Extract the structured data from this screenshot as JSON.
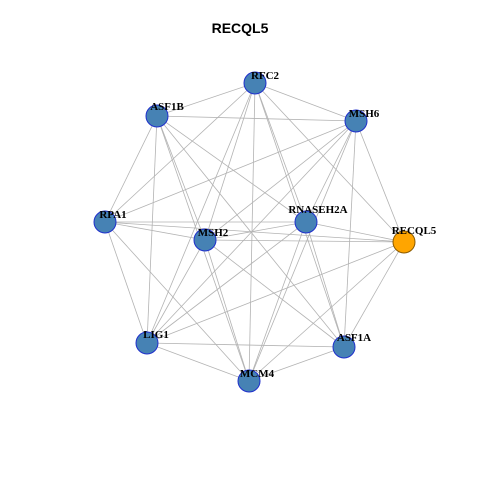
{
  "title": "RECQL5",
  "colors": {
    "node": "#4682b4",
    "hub": "#ffa500",
    "edge": "#b3b3b3",
    "border": "#1f2fcc"
  },
  "nodes": [
    {
      "id": "RFC2",
      "label": "RFC2",
      "highlight": false
    },
    {
      "id": "ASF1B",
      "label": "ASF1B",
      "highlight": false
    },
    {
      "id": "MSH6",
      "label": "MSH6",
      "highlight": false
    },
    {
      "id": "RPA1",
      "label": "RPA1",
      "highlight": false
    },
    {
      "id": "MSH2",
      "label": "MSH2",
      "highlight": false
    },
    {
      "id": "RNASEH2A",
      "label": "RNASEH2A",
      "highlight": false
    },
    {
      "id": "RECQL5",
      "label": "RECQL5",
      "highlight": true
    },
    {
      "id": "LIG1",
      "label": "LIG1",
      "highlight": false
    },
    {
      "id": "ASF1A",
      "label": "ASF1A",
      "highlight": false
    },
    {
      "id": "MCM4",
      "label": "MCM4",
      "highlight": false
    }
  ],
  "edges": [
    [
      "RFC2",
      "ASF1B"
    ],
    [
      "RFC2",
      "MSH6"
    ],
    [
      "RFC2",
      "MSH2"
    ],
    [
      "RFC2",
      "RNASEH2A"
    ],
    [
      "RFC2",
      "RECQL5"
    ],
    [
      "RFC2",
      "LIG1"
    ],
    [
      "RFC2",
      "ASF1A"
    ],
    [
      "RFC2",
      "MCM4"
    ],
    [
      "RFC2",
      "RPA1"
    ],
    [
      "ASF1B",
      "MSH6"
    ],
    [
      "ASF1B",
      "RPA1"
    ],
    [
      "ASF1B",
      "MSH2"
    ],
    [
      "ASF1B",
      "RNASEH2A"
    ],
    [
      "ASF1B",
      "LIG1"
    ],
    [
      "ASF1B",
      "ASF1A"
    ],
    [
      "ASF1B",
      "MCM4"
    ],
    [
      "MSH6",
      "RNASEH2A"
    ],
    [
      "MSH6",
      "MSH2"
    ],
    [
      "MSH6",
      "RECQL5"
    ],
    [
      "MSH6",
      "LIG1"
    ],
    [
      "MSH6",
      "ASF1A"
    ],
    [
      "MSH6",
      "MCM4"
    ],
    [
      "MSH6",
      "RPA1"
    ],
    [
      "RPA1",
      "MSH2"
    ],
    [
      "RPA1",
      "RNASEH2A"
    ],
    [
      "RPA1",
      "RECQL5"
    ],
    [
      "RPA1",
      "LIG1"
    ],
    [
      "RPA1",
      "MCM4"
    ],
    [
      "MSH2",
      "RECQL5"
    ],
    [
      "MSH2",
      "LIG1"
    ],
    [
      "MSH2",
      "ASF1A"
    ],
    [
      "MSH2",
      "MCM4"
    ],
    [
      "MSH2",
      "RNASEH2A"
    ],
    [
      "RNASEH2A",
      "LIG1"
    ],
    [
      "RNASEH2A",
      "ASF1A"
    ],
    [
      "RNASEH2A",
      "MCM4"
    ],
    [
      "RNASEH2A",
      "RECQL5"
    ],
    [
      "RECQL5",
      "LIG1"
    ],
    [
      "RECQL5",
      "ASF1A"
    ],
    [
      "RECQL5",
      "MCM4"
    ],
    [
      "LIG1",
      "ASF1A"
    ],
    [
      "LIG1",
      "MCM4"
    ],
    [
      "ASF1A",
      "MCM4"
    ]
  ]
}
